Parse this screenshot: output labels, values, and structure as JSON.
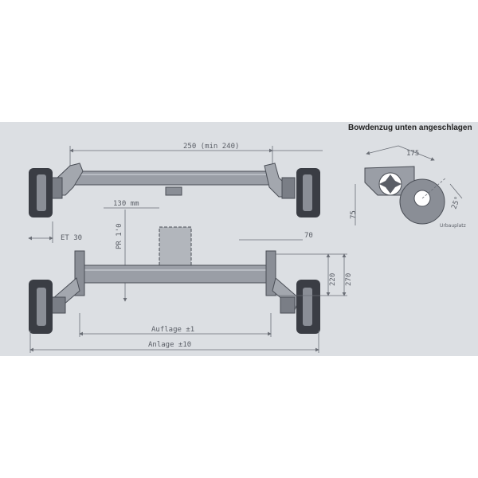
{
  "title": "Bowdenzug unten angeschlagen",
  "dimensions": {
    "top_span": "250 (min 240)",
    "et": "ET 30",
    "center_130": "130 mm",
    "pr": "PR 1'0",
    "side_70": "70",
    "mount_220": "220",
    "mount_270": "270",
    "auflage": "Auflage ±1",
    "anlage": "Anlage ±10",
    "detail_175": "175",
    "detail_75": "75",
    "detail_25": "25°",
    "detail_note": "Urbauplatz"
  },
  "colors": {
    "panel": "#dcdfe3",
    "metal": "#9a9ea6",
    "tire": "#3a3d44",
    "line": "#5a5e66"
  }
}
